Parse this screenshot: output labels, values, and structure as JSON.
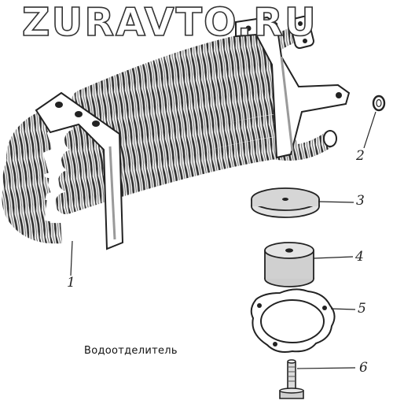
{
  "watermark": {
    "text": "ZURAVTO.RU",
    "color": "#333333"
  },
  "caption": "Водоотделитель",
  "callouts": [
    "1",
    "2",
    "3",
    "4",
    "5",
    "6"
  ],
  "colors": {
    "ink": "#222222",
    "coil": "#3a3a3a",
    "paper": "#ffffff",
    "shade": "#9a9a9a"
  }
}
